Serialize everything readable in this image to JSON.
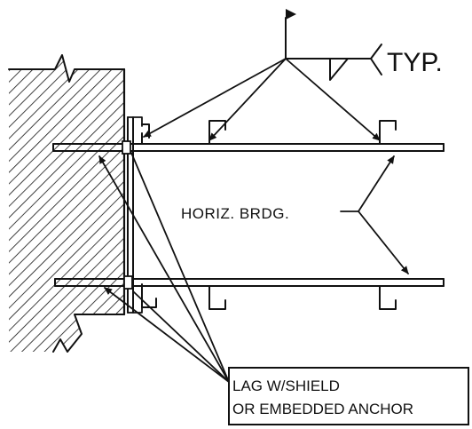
{
  "labels": {
    "typ": "TYP.",
    "horiz_brdg": "HORIZ. BRDG.",
    "lag_line1": "LAG W/SHIELD",
    "lag_line2": "OR EMBEDDED ANCHOR"
  },
  "colors": {
    "ink": "#111111",
    "background": "#ffffff"
  },
  "icons": {
    "weld_flag": "weld-flag-icon",
    "fillet_weld": "fillet-weld-symbol-icon",
    "tail": "weld-tail-icon",
    "wall_hatch": "concrete-hatch",
    "break_line": "break-line-icon"
  }
}
